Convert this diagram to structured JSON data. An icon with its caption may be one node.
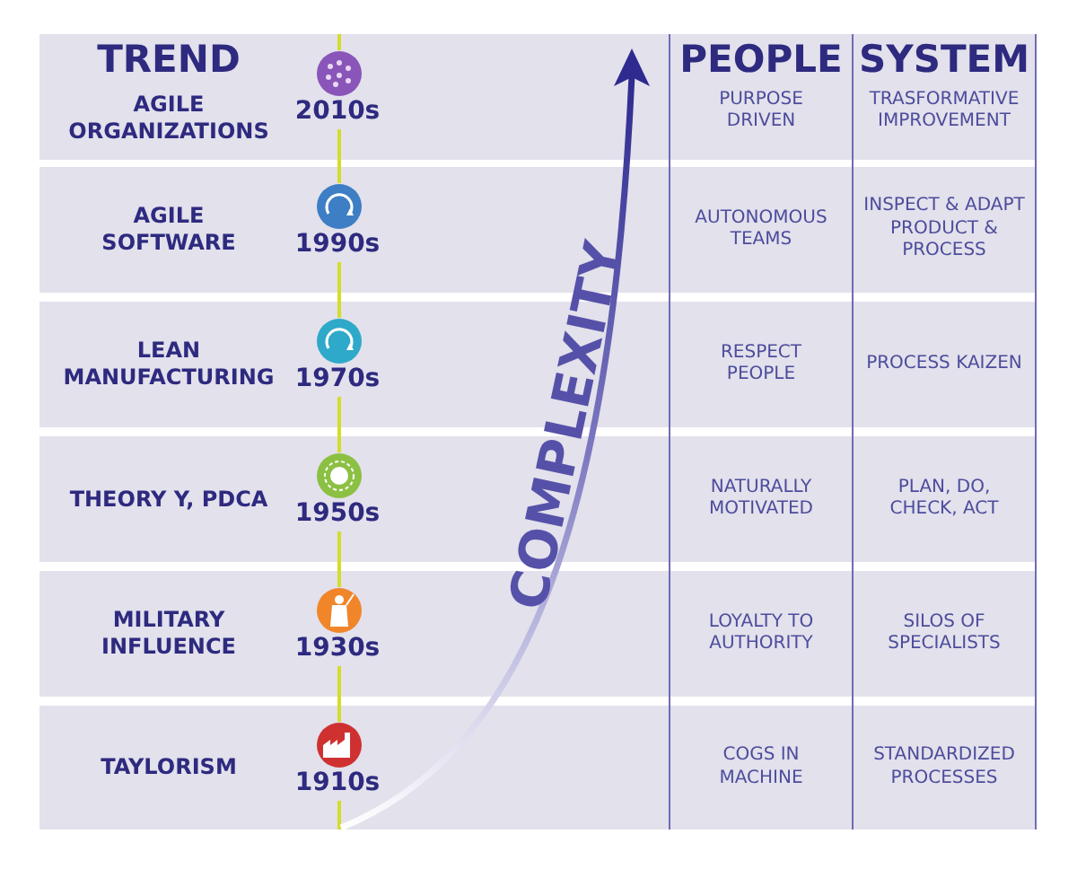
{
  "diagram": {
    "labels": [
      "TREND",
      "PEOPLE",
      "SYSTEM",
      "AGILE ORGANIZATIONS",
      "2010s",
      "PURPOSE DRIVEN",
      "TRASFORMATIVE IMPROVEMENT",
      "AGILE SOFTWARE",
      "1990s",
      "AUTONOMOUS TEAMS",
      "INSPECT & ADAPT PRODUCT & PROCESS",
      "LEAN MANUFACTURING",
      "1970s",
      "RESPECT PEOPLE",
      "PROCESS KAIZEN",
      "THEORY Y, PDCA",
      "1950s",
      "NATURALLY MOTIVATED",
      "PLAN, DO, CHECK, ACT",
      "MILITARY INFLUENCE",
      "1930s",
      "LOYALTY TO AUTHORITY",
      "SILOS OF SPECIALISTS",
      "TAYLORISM",
      "1910s",
      "COGS IN MACHINE",
      "STANDARDIZED PROCESSES",
      "COMPLEXITY"
    ]
  }
}
